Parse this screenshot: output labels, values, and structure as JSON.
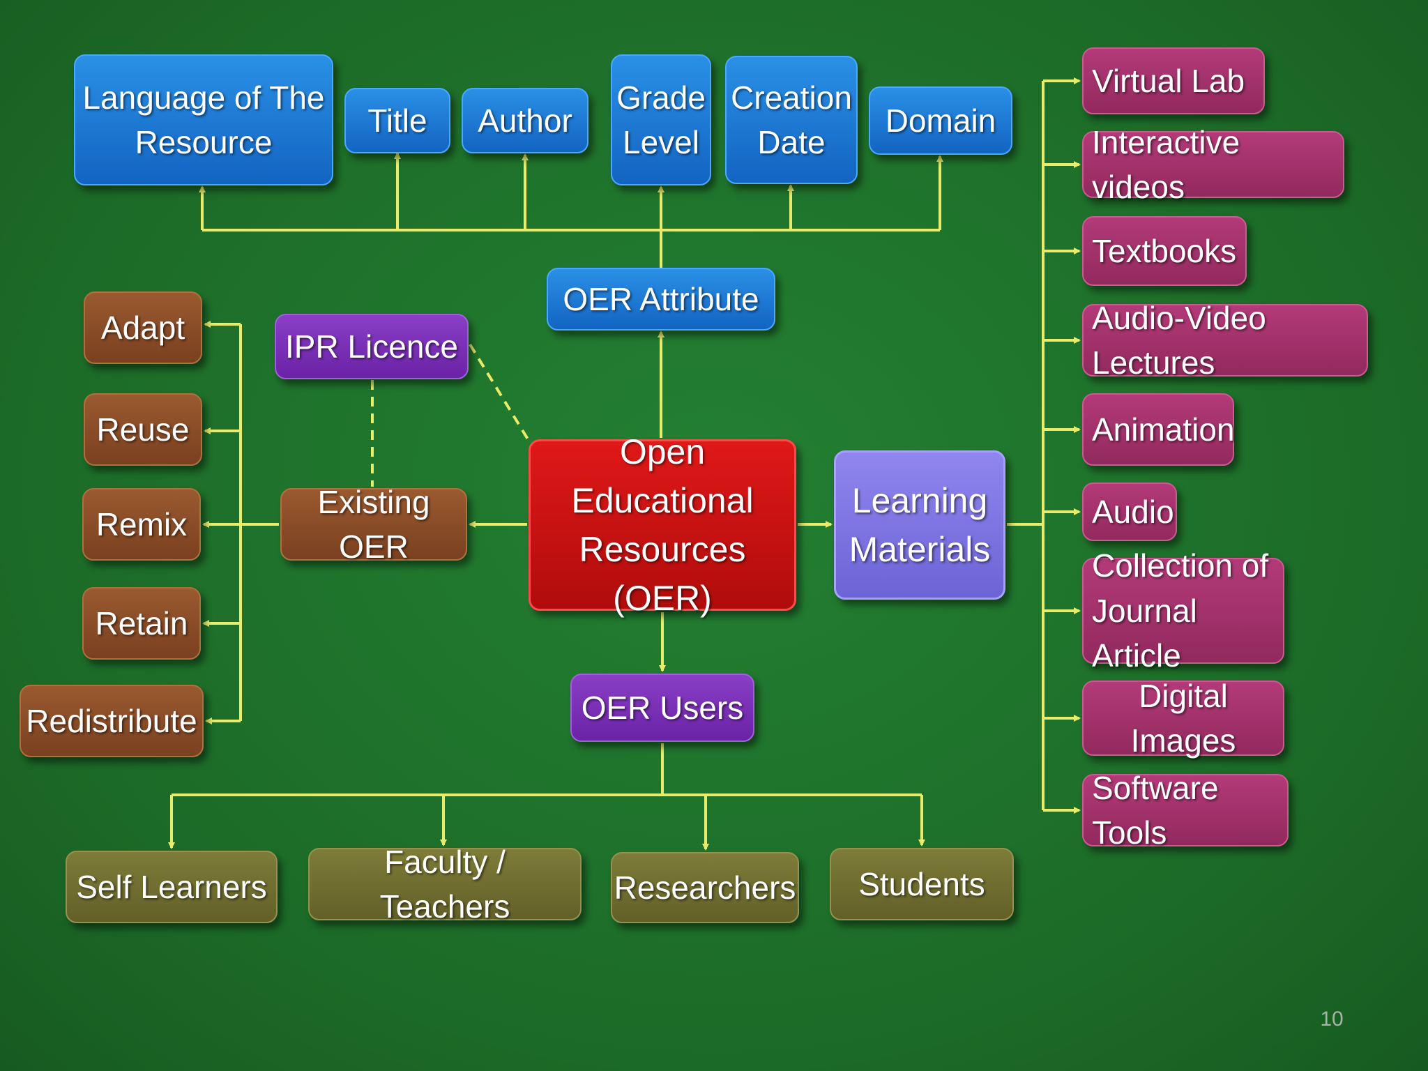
{
  "center": "Open Educational Resources (OER)",
  "attributes": {
    "title": "OER Attribute",
    "items": [
      "Language of The Resource",
      "Title",
      "Author",
      "Grade Level",
      "Creation Date",
      "Domain"
    ]
  },
  "ipr_licence": "IPR Licence",
  "existing_oer": {
    "title": "Existing OER",
    "items": [
      "Adapt",
      "Reuse",
      "Remix",
      "Retain",
      "Redistribute"
    ]
  },
  "learning_materials": {
    "title": "Learning Materials",
    "items": [
      "Virtual Lab",
      "Interactive videos",
      "Textbooks",
      "Audio-Video Lectures",
      "Animation",
      "Audio",
      "Collection of Journal Article",
      "Digital Images",
      "Software Tools"
    ]
  },
  "users": {
    "title": "OER Users",
    "items": [
      "Self Learners",
      "Faculty / Teachers",
      "Researchers",
      "Students"
    ]
  },
  "page_number": "10",
  "colors": {
    "background": "#1f6e2a",
    "connector": "#e8ec6a",
    "attribute_box": "#1a78d8",
    "center_box": "#cc1111",
    "licence_box": "#7a2fb8",
    "action_box": "#8a4a26",
    "materials_box": "#7d75e2",
    "material_item_box": "#a3326b",
    "user_box": "#6f6d30"
  }
}
